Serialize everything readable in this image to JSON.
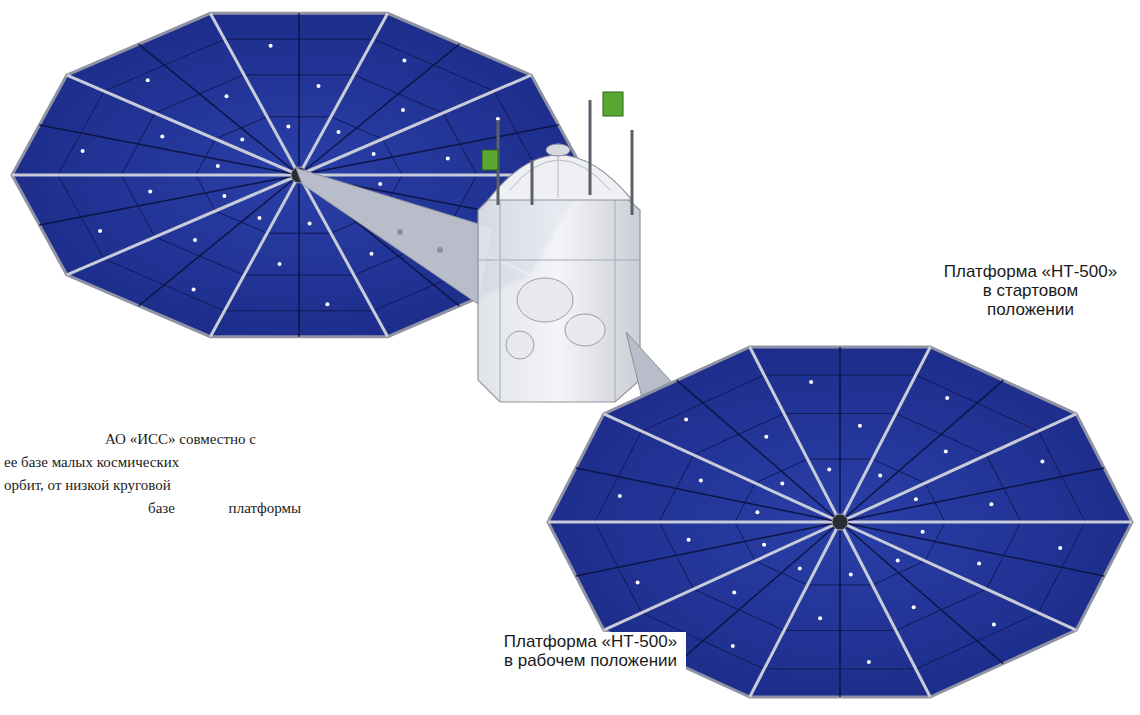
{
  "diagram": {
    "labels": [
      "АО «ИСС» совместно с",
      "ее базе малых космических",
      "орбит, от низкой круговой",
      "базе платформы",
      "Платформа «НТ-500» в стартовом положении",
      "Платформа «НТ-500» в рабочем положении"
    ]
  }
}
